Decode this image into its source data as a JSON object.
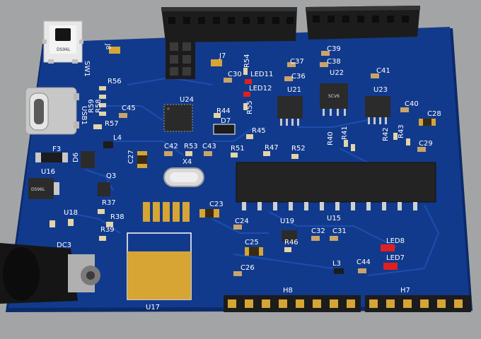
{
  "board": {
    "colors": {
      "background": "#a3a4a6",
      "pcb": "#123a8c",
      "pcb_edge": "#0b2a6a",
      "trace": "#1e4fb0",
      "silkscreen": "#ffffff",
      "gold": "#d6a534",
      "ic_body": "#2b2b2b",
      "led_red": "#e02020",
      "header": "#1c1c1c",
      "smd_body": "#c9a46a"
    },
    "designators": {
      "sw1": "SW1",
      "j8": "J8",
      "j7": "J7",
      "r54": "R54",
      "c37": "C37",
      "c39": "C39",
      "c38": "C38",
      "c30": "C30",
      "led11": "LED11",
      "c36": "C36",
      "u22": "U22",
      "c41": "C41",
      "r56": "R56",
      "r59": "R59",
      "r58": "R58",
      "usb1": "USB1",
      "led12": "LED12",
      "r55": "R55",
      "u21": "U21",
      "u23": "U23",
      "c45": "C45",
      "u24": "U24",
      "c40": "C40",
      "c28": "C28",
      "r57": "R57",
      "r44": "R44",
      "d7": "D7",
      "l4": "L4",
      "r45": "R45",
      "r40": "R40",
      "r41": "R41",
      "r42": "R42",
      "r43": "R43",
      "c29": "C29",
      "f3": "F3",
      "d6": "D6",
      "c27": "C27",
      "c42": "C42",
      "r53": "R53",
      "c43": "C43",
      "r51": "R51",
      "r47": "R47",
      "r52": "R52",
      "x4": "X4",
      "u16": "U16",
      "q3": "Q3",
      "r37": "R37",
      "u18": "U18",
      "r38": "R38",
      "c23": "C23",
      "u15": "U15",
      "r39": "R39",
      "c24": "C24",
      "u19": "U19",
      "c32": "C32",
      "c31": "C31",
      "dc3": "DC3",
      "c25": "C25",
      "r46": "R46",
      "led8": "LED8",
      "led7": "LED7",
      "l3": "L3",
      "c44": "C44",
      "c26": "C26",
      "h8": "H8",
      "h7": "H7",
      "u17": "U17"
    },
    "chip_markings": {
      "sw1_body": "DS96L",
      "u16_body": "DS96L",
      "u22_body": "SCV6"
    }
  }
}
